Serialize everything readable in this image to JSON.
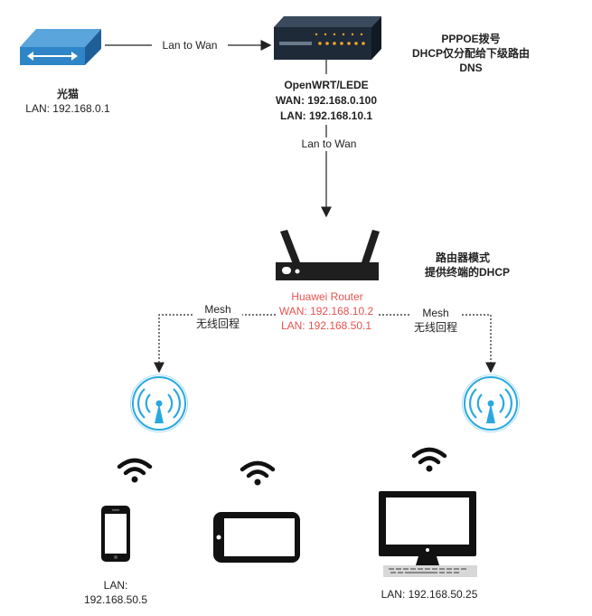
{
  "modem": {
    "name": "光猫",
    "lan": "LAN: 192.168.0.1"
  },
  "link_modem_openwrt": "Lan to Wan",
  "openwrt": {
    "name": "OpenWRT/LEDE",
    "wan": "WAN: 192.168.0.100",
    "lan": "LAN: 192.168.10.1",
    "notes": [
      "PPPOE拨号",
      "DHCP仅分配给下级路由",
      "DNS"
    ]
  },
  "link_openwrt_huawei": "Lan to Wan",
  "huawei": {
    "name": "Huawei Router",
    "wan": "WAN: 192.168.10.2",
    "lan": "LAN: 192.168.50.1",
    "notes": [
      "路由器模式",
      "提供终端的DHCP"
    ]
  },
  "mesh_left": {
    "line1": "Mesh",
    "line2": "无线回程"
  },
  "mesh_right": {
    "line1": "Mesh",
    "line2": "无线回程"
  },
  "phone": {
    "lan_label": "LAN:",
    "lan_ip": "192.168.50.5"
  },
  "desktop": {
    "lan": "LAN: 192.168.50.25"
  },
  "colors": {
    "accent_red": "#e8524f",
    "ap_blue": "#29a9e0",
    "modem_blue": "#2e86c8",
    "router_dark": "#1f1f1f"
  }
}
